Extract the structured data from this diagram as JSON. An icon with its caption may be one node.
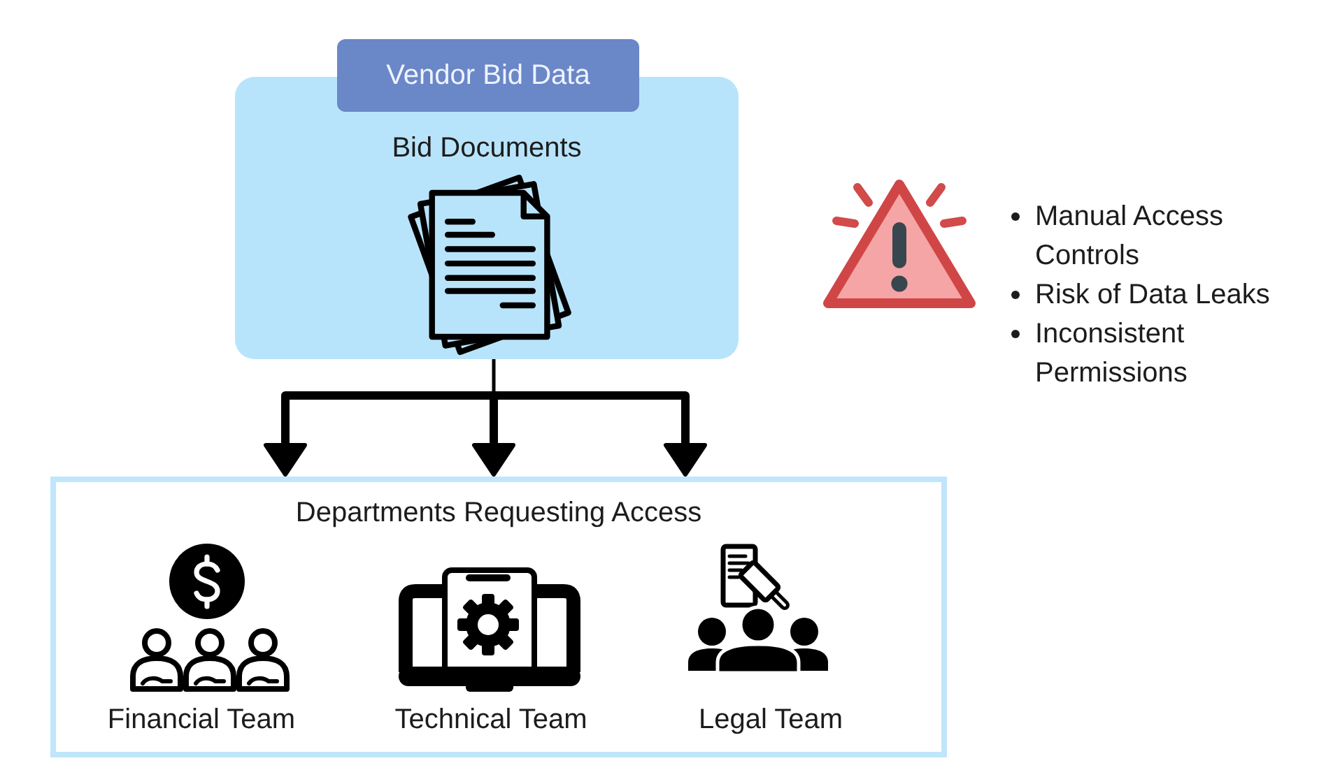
{
  "diagram": {
    "nodes": [
      {
        "text": [
          "Vendor Bid Data"
        ]
      },
      {
        "text": [
          "Bid Documents"
        ]
      },
      {
        "text": [
          "Departments Requesting Access"
        ]
      }
    ],
    "edges": [
      {
        "from": 1,
        "to": 2,
        "arrow": "to"
      },
      {
        "from": 1,
        "to": 2,
        "arrow": "to"
      },
      {
        "from": 1,
        "to": 2,
        "arrow": "to"
      }
    ],
    "labels": [
      "Manual Access Controls",
      "Risk of Data Leaks",
      "Inconsistent Permissions",
      "Financial Team",
      "Technical Team",
      "Legal Team"
    ]
  }
}
